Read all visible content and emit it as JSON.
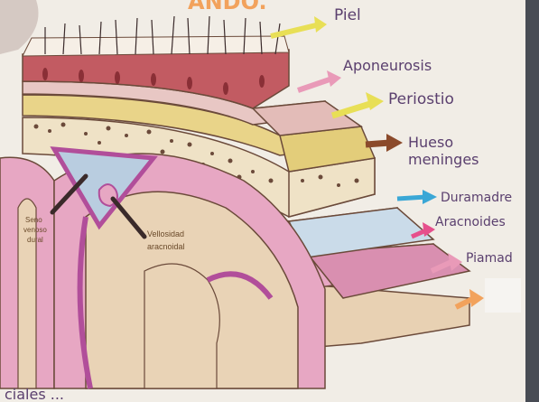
{
  "header": {
    "title_fragment": "ANDO."
  },
  "labels": {
    "piel": "Piel",
    "aponeurosis": "Aponeurosis",
    "periostio": "Periostio",
    "hueso_line1": "Hueso",
    "hueso_line2": "meninges",
    "duramadre": "Duramadre",
    "aracnoides": "Aracnoides",
    "piamadre": "Piamad"
  },
  "inner_labels": {
    "seno_line1": "Seno",
    "seno_line2": "venoso",
    "seno_line3": "dural",
    "vellosidad_line1": "Vellosidad",
    "vellosidad_line2": "aracnoidal"
  },
  "footer": {
    "text_fragment": "ciales ... "
  },
  "colors": {
    "paper": "#f1ede6",
    "skin": "#c25b62",
    "skin_dark": "#8a2f36",
    "aponeurosis": "#e8c7c4",
    "periostio": "#e9d489",
    "bone": "#efe2c6",
    "dura": "#b9cde0",
    "arachnoid": "#e7a7c3",
    "pia": "#e8d1b3",
    "brain": "#e9d3b6",
    "purple": "#b14e9a",
    "arrow_yellow": "#e8df56",
    "arrow_pink": "#e99ab8",
    "arrow_brown": "#8b4a2b",
    "arrow_blue": "#3aa7d6",
    "arrow_hotpink": "#e64f8c",
    "arrow_orange": "#f2a25c",
    "ink": "#5a3f6e"
  }
}
